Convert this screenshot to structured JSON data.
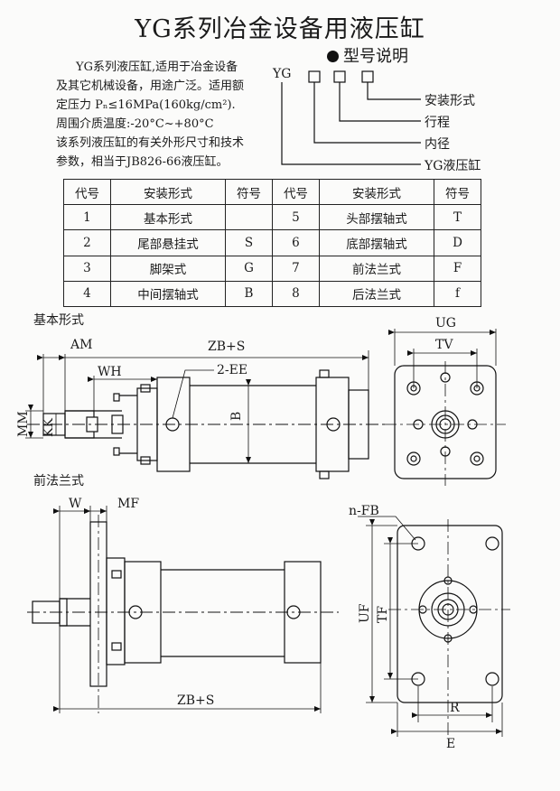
{
  "title": "YG系列冶金设备用液压缸",
  "model_heading": "型号说明",
  "description": {
    "lines": [
      "YG系列液压缸,适用于冶金设备",
      "及其它机械设备，用途广泛。适用额",
      "定压力 Pₙ≤16MPa(160kg/cm²).",
      "周围介质温度:-20°C~+80°C",
      "该系列液压缸的有关外形尺寸和技术",
      "参数，相当于JB826-66液压缸。"
    ]
  },
  "model_code": {
    "prefix": "YG",
    "labels": [
      "安装形式",
      "行程",
      "内径",
      "YG液压缸"
    ]
  },
  "table": {
    "headers": [
      "代号",
      "安装形式",
      "符号",
      "代号",
      "安装形式",
      "符号"
    ],
    "rows": [
      [
        "1",
        "基本形式",
        "",
        "5",
        "头部摆轴式",
        "T"
      ],
      [
        "2",
        "尾部悬挂式",
        "S",
        "6",
        "底部摆轴式",
        "D"
      ],
      [
        "3",
        "脚架式",
        "G",
        "7",
        "前法兰式",
        "F"
      ],
      [
        "4",
        "中间摆轴式",
        "B",
        "8",
        "后法兰式",
        "f"
      ]
    ]
  },
  "section_basic": {
    "title": "基本形式",
    "dims": {
      "am": "AM",
      "wh": "WH",
      "zbs": "ZB+S",
      "ee": "2-EE",
      "b": "B",
      "mm": "MM",
      "kk": "KK",
      "ug": "UG",
      "tv": "TV"
    }
  },
  "section_flange": {
    "title": "前法兰式",
    "dims": {
      "w": "W",
      "mf": "MF",
      "zbs": "ZB+S",
      "nfb": "n-FB",
      "uf": "UF",
      "tf": "TF",
      "r": "R",
      "e": "E"
    }
  }
}
